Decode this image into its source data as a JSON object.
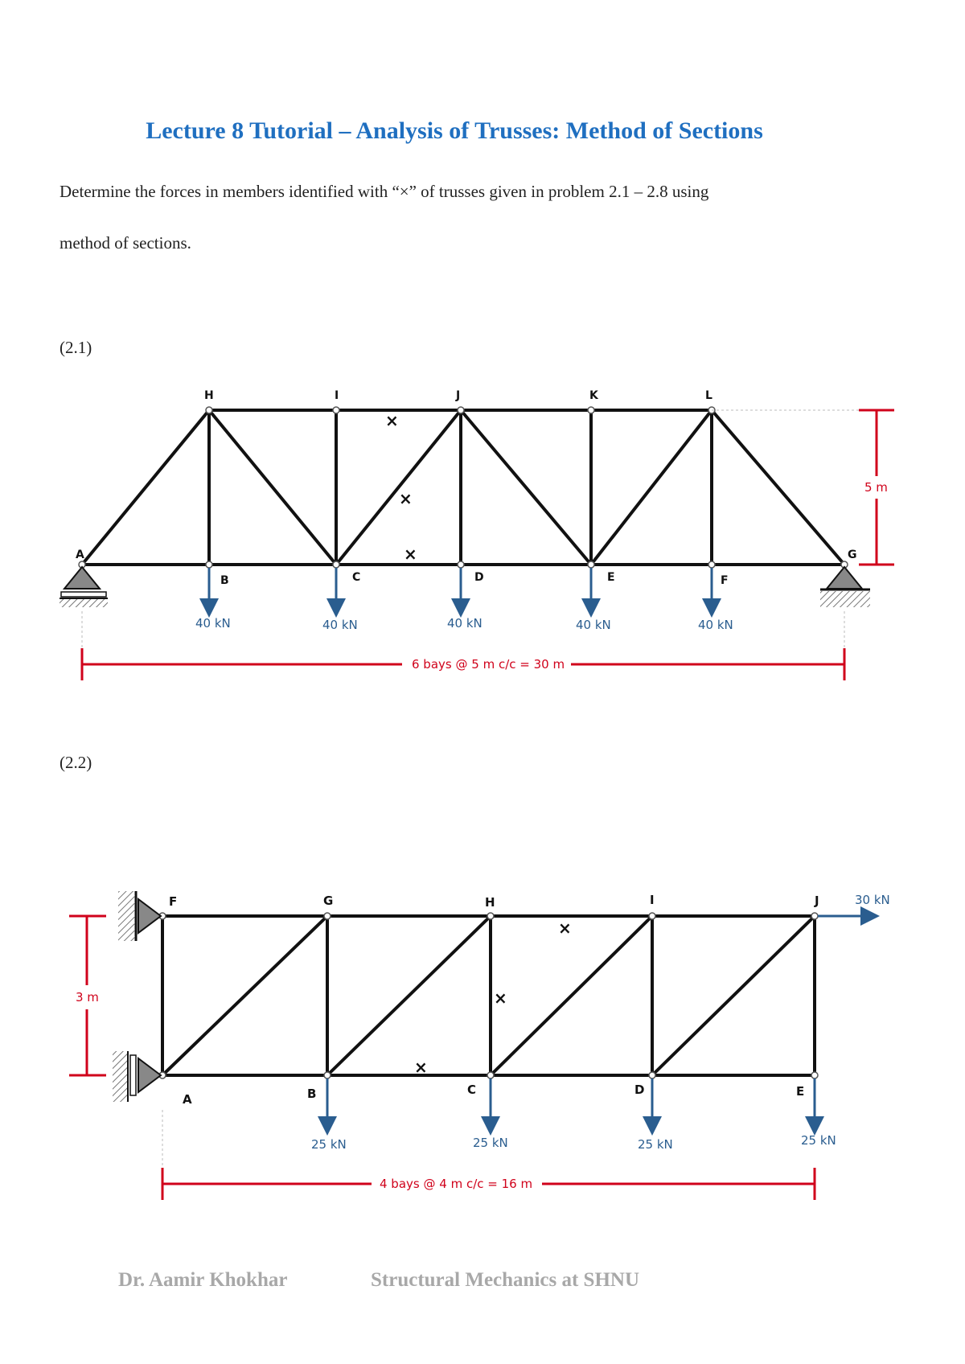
{
  "title": "Lecture 8 Tutorial – Analysis of Trusses: Method of Sections",
  "intro_line1": "Determine the forces in members identified with “×” of trusses given in problem 2.1 – 2.8 using",
  "intro_line2": "method of sections.",
  "problems": [
    {
      "label": "(2.1)",
      "top_nodes": [
        "H",
        "I",
        "J",
        "K",
        "L"
      ],
      "bottom_nodes": [
        "A",
        "B",
        "C",
        "D",
        "E",
        "F",
        "G"
      ],
      "loads": [
        "40 kN",
        "40 kN",
        "40 kN",
        "40 kN",
        "40 kN"
      ],
      "height_dim": "5 m",
      "span_dim": "6 bays @ 5 m c/c = 30 m",
      "marker": "×"
    },
    {
      "label": "(2.2)",
      "top_nodes": [
        "F",
        "G",
        "H",
        "I",
        "J"
      ],
      "bottom_nodes": [
        "A",
        "B",
        "C",
        "D",
        "E"
      ],
      "loads": [
        "25 kN",
        "25 kN",
        "25 kN",
        "25 kN"
      ],
      "horizontal_load": "30 kN",
      "height_dim": "3 m",
      "span_dim": "4 bays @ 4 m c/c = 16 m",
      "marker": "×"
    }
  ],
  "footer": {
    "author": "Dr. Aamir Khokhar",
    "course": "Structural Mechanics at SHNU"
  },
  "colors": {
    "title": "#1f6fc0",
    "dimension": "#d0021b",
    "load": "#2a5d8f",
    "member": "#111111"
  }
}
